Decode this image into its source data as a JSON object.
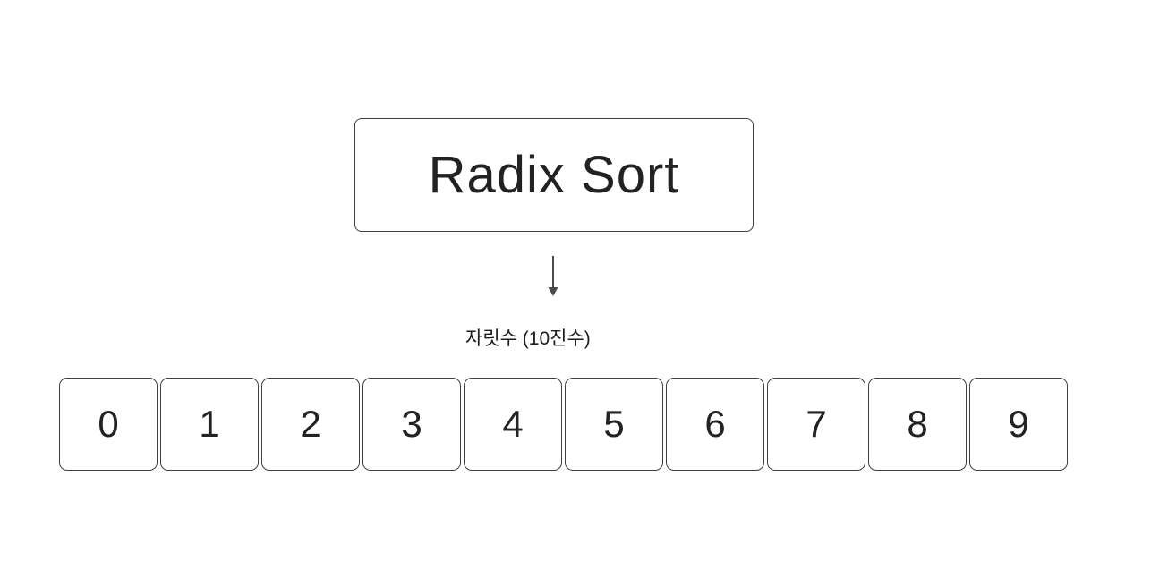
{
  "diagram": {
    "title": "Radix Sort",
    "digit_label": "자릿수 (10진수)",
    "buckets": [
      "0",
      "1",
      "2",
      "3",
      "4",
      "5",
      "6",
      "7",
      "8",
      "9"
    ],
    "icons": {
      "down_arrow": "↓"
    },
    "colors": {
      "background": "#ffffff",
      "box_border": "#404040",
      "text": "#222222",
      "arrow": "#4a4a4a"
    }
  }
}
